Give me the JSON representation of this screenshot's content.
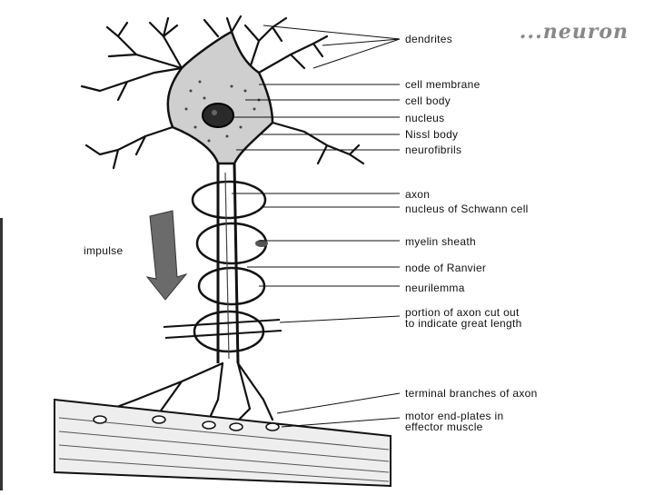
{
  "title": "...neuron",
  "labels": {
    "dendrites": "dendrites",
    "cell_membrane": "cell membrane",
    "cell_body": "cell body",
    "nucleus": "nucleus",
    "nissl_body": "Nissl body",
    "neurofibrils": "neurofibrils",
    "axon": "axon",
    "nucleus_schwann": "nucleus of Schwann cell",
    "myelin_sheath": "myelin sheath",
    "node_ranvier": "node of Ranvier",
    "neurilemma": "neurilemma",
    "portion_axon_line1": "portion of axon cut out",
    "portion_axon_line2": "to indicate great length",
    "terminal_branches": "terminal branches of axon",
    "motor_end_line1": "motor end-plates in",
    "motor_end_line2": "effector muscle",
    "impulse": "impulse"
  }
}
